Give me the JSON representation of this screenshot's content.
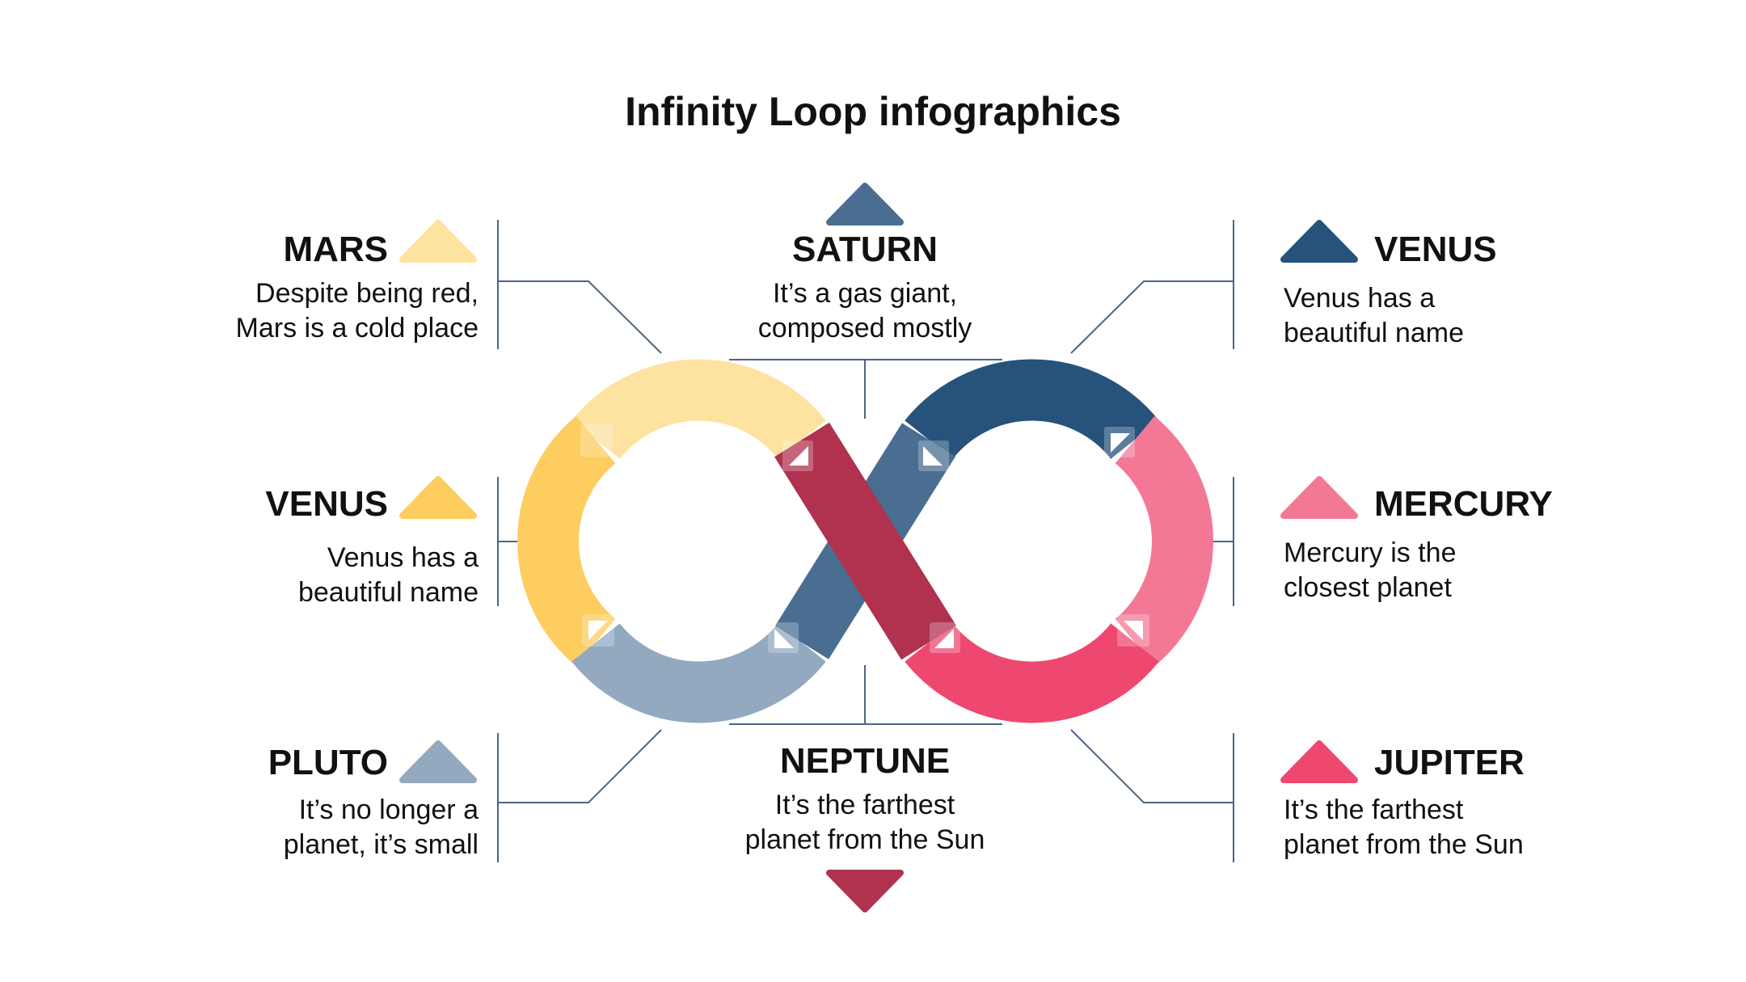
{
  "title": "Infinity Loop infographics",
  "colors": {
    "mars": "#fde2a0",
    "venus_left": "#fdcd5f",
    "pluto": "#92a9c0",
    "saturn": "#4a6e91",
    "venus_right": "#26527b",
    "mercury": "#f37896",
    "jupiter": "#ee4870",
    "neptune": "#b0324f",
    "line": "#4a6585"
  },
  "items": {
    "mars": {
      "name": "MARS",
      "line1": "Despite being red,",
      "line2": "Mars is a cold place"
    },
    "venus_left": {
      "name": "VENUS",
      "line1": "Venus has a",
      "line2": "beautiful name"
    },
    "pluto": {
      "name": "PLUTO",
      "line1": "It’s no longer a",
      "line2": "planet, it’s small"
    },
    "saturn": {
      "name": "SATURN",
      "line1": "It’s a gas giant,",
      "line2": "composed mostly"
    },
    "neptune": {
      "name": "NEPTUNE",
      "line1": "It’s the farthest",
      "line2": "planet from the Sun"
    },
    "venus_right": {
      "name": "VENUS",
      "line1": "Venus has a",
      "line2": "beautiful name"
    },
    "mercury": {
      "name": "MERCURY",
      "line1": "Mercury is the",
      "line2": "closest planet"
    },
    "jupiter": {
      "name": "JUPITER",
      "line1": "It’s the farthest",
      "line2": "planet from the Sun"
    }
  }
}
